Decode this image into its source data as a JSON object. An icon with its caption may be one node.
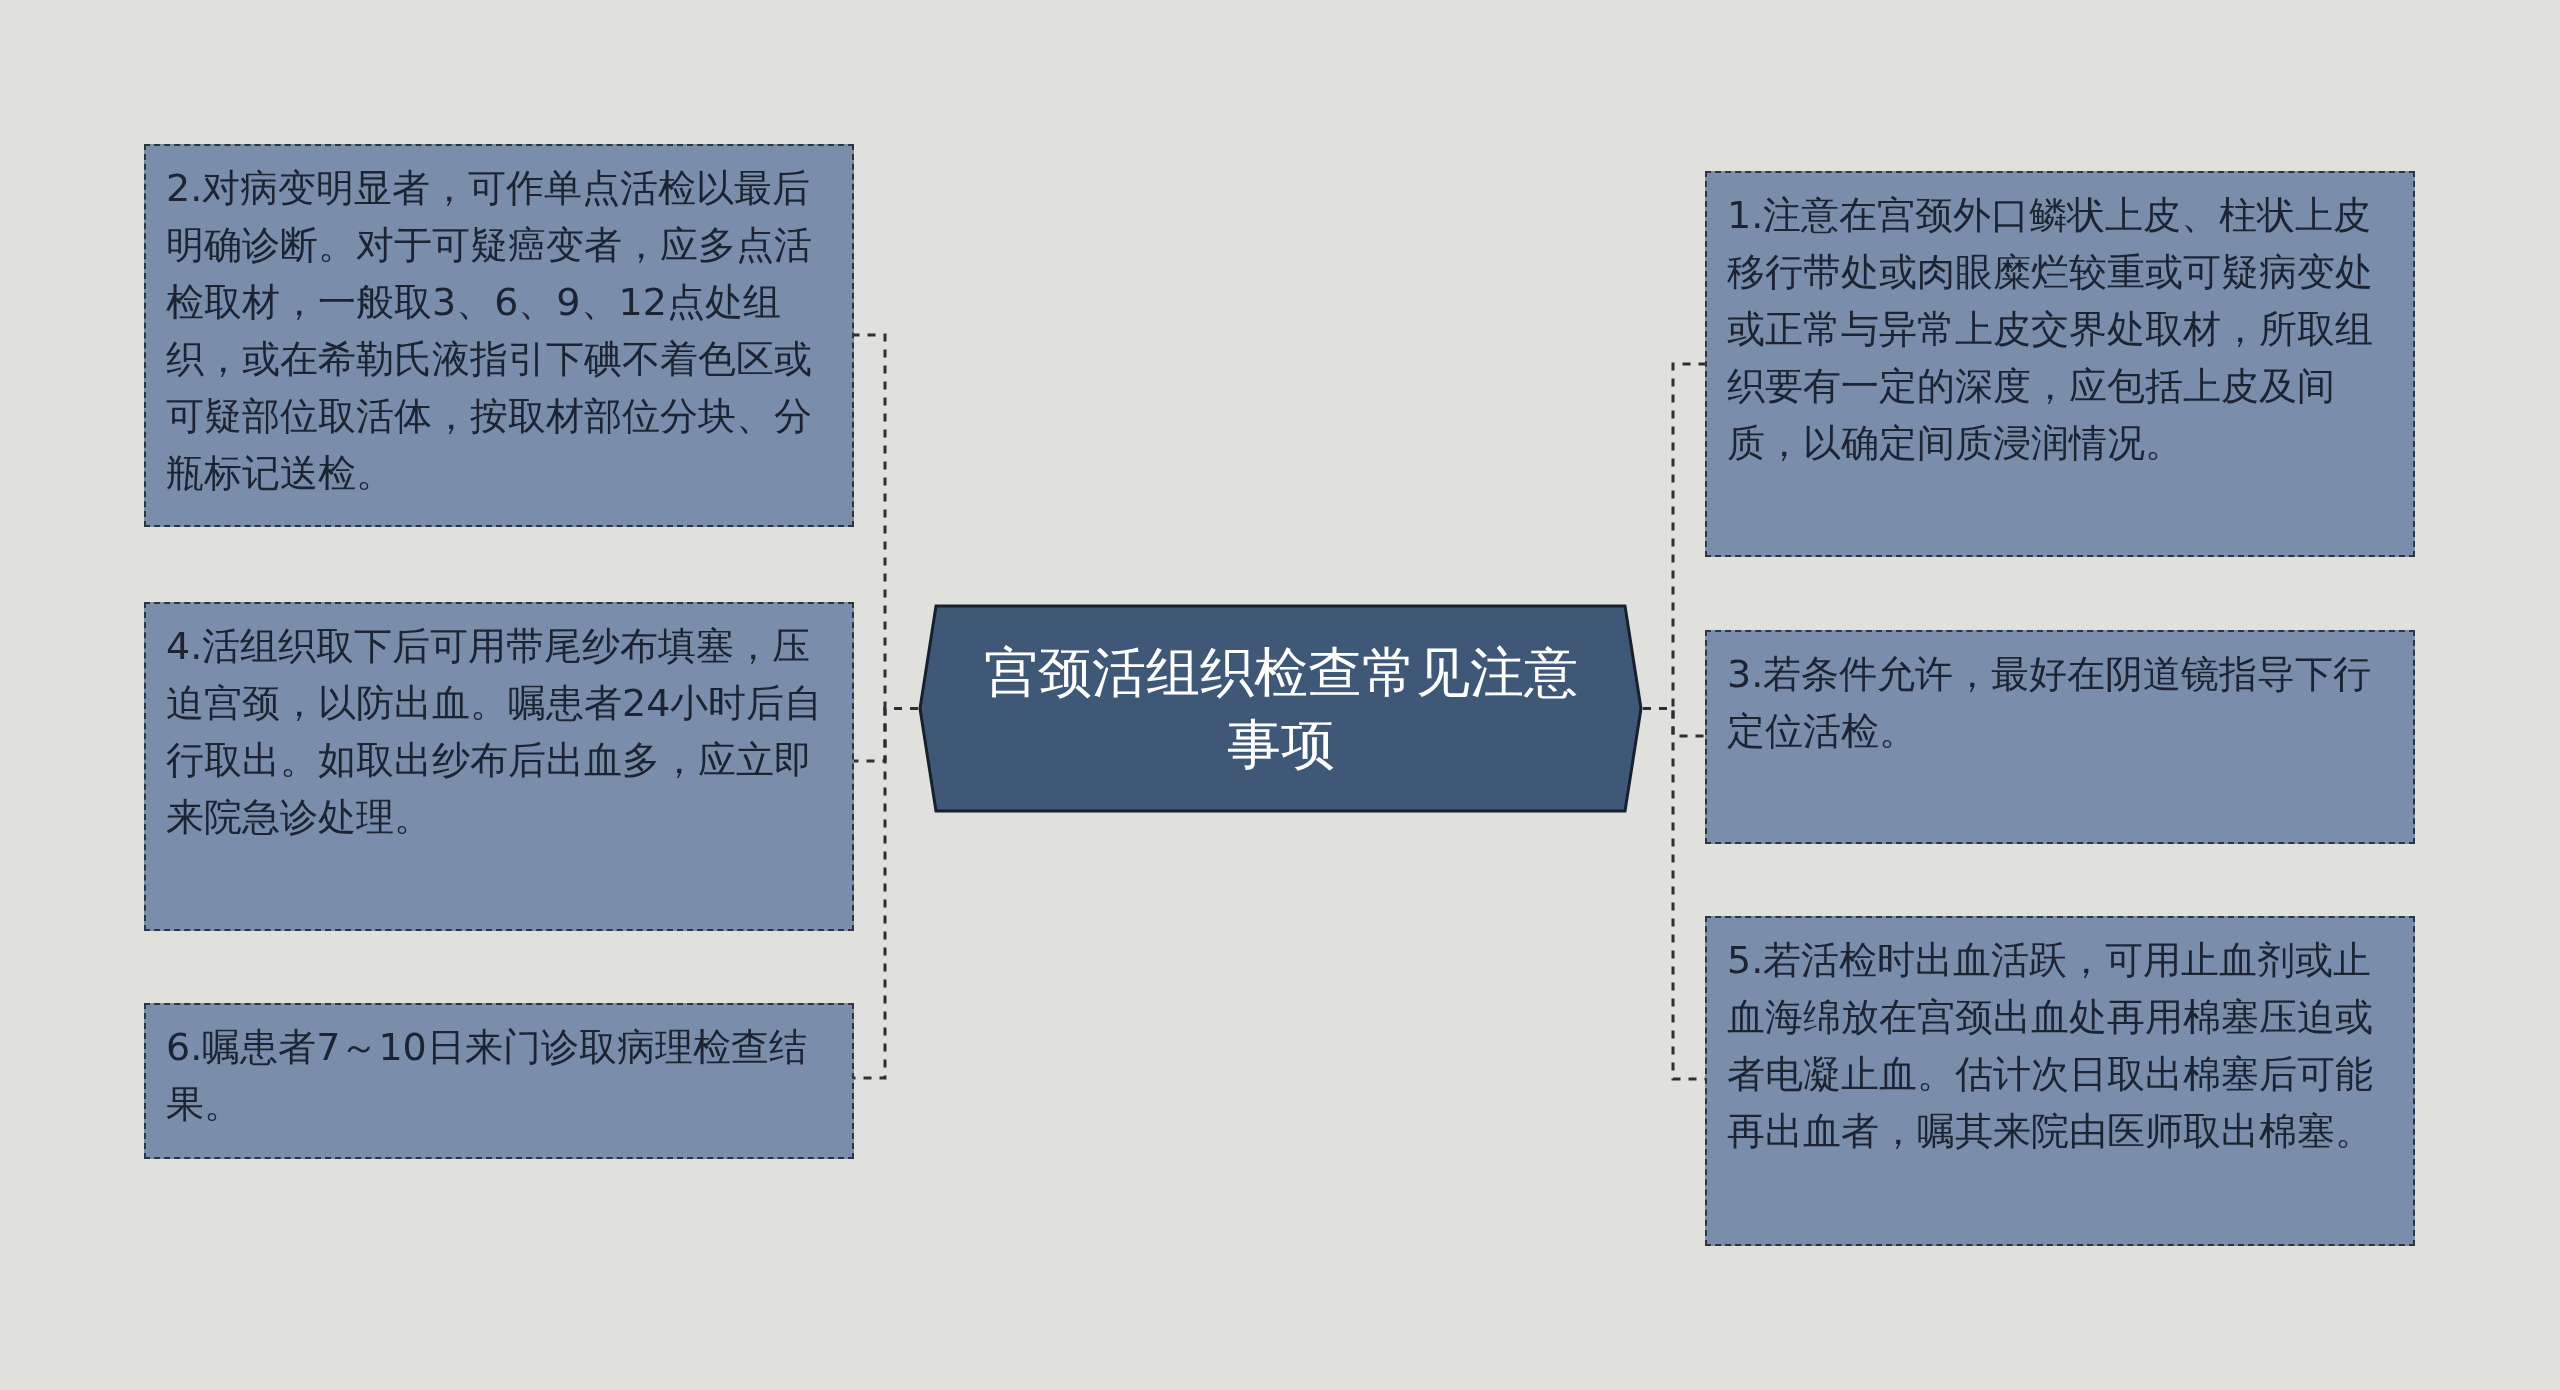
{
  "diagram": {
    "nodes": [
      {
        "text": [
          "宫颈活组织检查常见注意事项"
        ]
      },
      {
        "text": [
          "1.注意在宫颈外口鳞状上皮、柱状上皮移行带处或肉眼糜烂较重或可疑病变处或正常与异常上皮交界处取材，所取组织要有一定的深度，应包括上皮及间质，以确定间质浸润情况。"
        ]
      },
      {
        "text": [
          "2.对病变明显者，可作单点活检以最后明确诊断。对于可疑癌变者，应多点活检取材，一般取3、6、9、12点处组织，或在希勒氏液指引下碘不着色区或可疑部位取活体，按取材部位分块、分瓶标记送检。"
        ]
      },
      {
        "text": [
          "3.若条件允许，最好在阴道镜指导下行定位活检。"
        ]
      },
      {
        "text": [
          "4.活组织取下后可用带尾纱布填塞，压迫宫颈，以防出血。嘱患者24小时后自行取出。如取出纱布后出血多，应立即来院急诊处理。"
        ]
      },
      {
        "text": [
          "5.若活检时出血活跃，可用止血剂或止血海绵放在宫颈出血处再用棉塞压迫或者电凝止血。估计次日取出棉塞后可能再出血者，嘱其来院由医师取出棉塞。"
        ]
      },
      {
        "text": [
          "6.嘱患者7～10日来门诊取病理检查结果。"
        ]
      }
    ],
    "edges": [
      {
        "from": 0,
        "to": 1,
        "arrow": "none",
        "style": "dashed"
      },
      {
        "from": 0,
        "to": 2,
        "arrow": "none",
        "style": "dashed"
      },
      {
        "from": 0,
        "to": 3,
        "arrow": "none",
        "style": "dashed"
      },
      {
        "from": 0,
        "to": 4,
        "arrow": "none",
        "style": "dashed"
      },
      {
        "from": 0,
        "to": 5,
        "arrow": "none",
        "style": "dashed"
      },
      {
        "from": 0,
        "to": 6,
        "arrow": "none",
        "style": "dashed"
      }
    ]
  }
}
